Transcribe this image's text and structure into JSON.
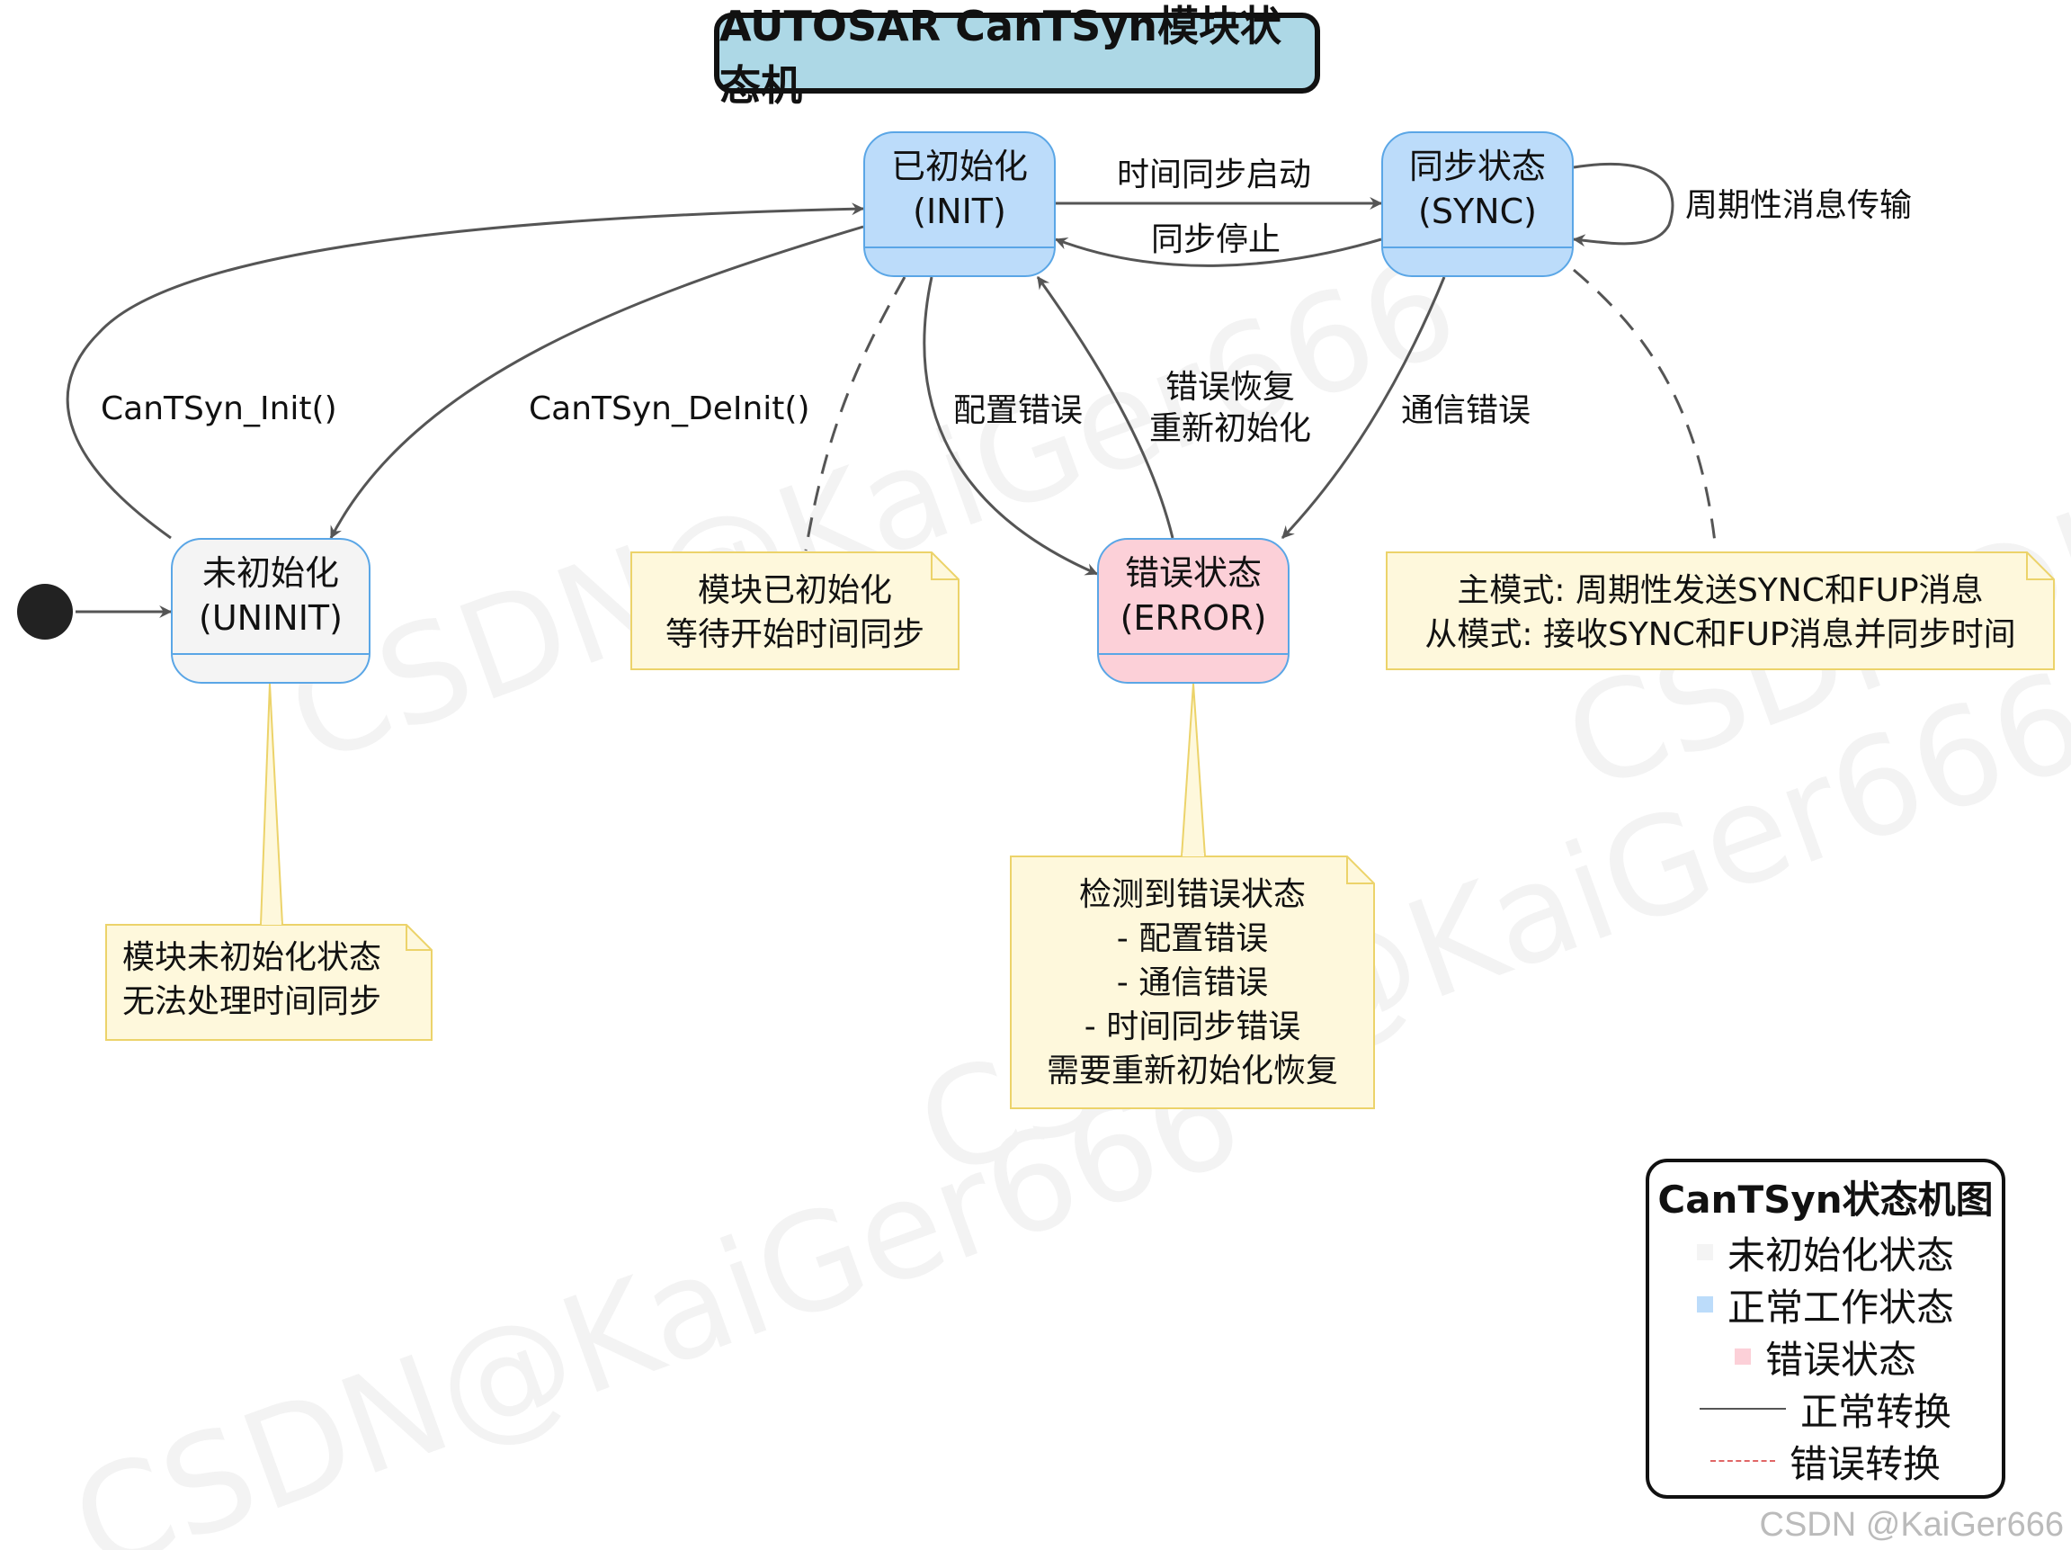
{
  "title": "AUTOSAR CanTSyn模块状态机",
  "states": {
    "uninit": {
      "name": "未初始化",
      "code": "(UNINIT)",
      "color": "#f4f4f4"
    },
    "init": {
      "name": "已初始化",
      "code": "(INIT)",
      "color": "#bcdcfa"
    },
    "sync": {
      "name": "同步状态",
      "code": "(SYNC)",
      "color": "#bcdcfa"
    },
    "error": {
      "name": "错误状态",
      "code": "(ERROR)",
      "color": "#fcd0d8"
    }
  },
  "transitions": {
    "init_call": "CanTSyn_Init()",
    "deinit_call": "CanTSyn_DeInit()",
    "sync_start": "时间同步启动",
    "sync_stop": "同步停止",
    "periodic": "周期性消息传输",
    "config_error": "配置错误",
    "recovery_line1": "错误恢复",
    "recovery_line2": "重新初始化",
    "comm_error": "通信错误"
  },
  "notes": {
    "uninit": [
      "模块未初始化状态",
      "无法处理时间同步"
    ],
    "init": [
      "模块已初始化",
      "等待开始时间同步"
    ],
    "error": [
      "检测到错误状态",
      "- 配置错误",
      "- 通信错误",
      "- 时间同步错误",
      "需要重新初始化恢复"
    ],
    "sync": [
      "主模式: 周期性发送SYNC和FUP消息",
      "从模式: 接收SYNC和FUP消息并同步时间"
    ]
  },
  "legend": {
    "title": "CanTSyn状态机图",
    "items": [
      {
        "label": "未初始化状态",
        "color": "#f4f4f4",
        "kind": "square"
      },
      {
        "label": "正常工作状态",
        "color": "#bcdcfa",
        "kind": "square"
      },
      {
        "label": "错误状态",
        "color": "#fcd0d8",
        "kind": "square"
      },
      {
        "label": "正常转换",
        "color": "#555555",
        "kind": "solid-line"
      },
      {
        "label": "错误转换",
        "color": "#e06666",
        "kind": "dashed-line"
      }
    ]
  },
  "watermark": "CSDN@KaiGer666",
  "credit": "CSDN @KaiGer666",
  "colors": {
    "arrow": "#555555",
    "note_fill": "#fef8dc",
    "note_border": "#ecd36a",
    "title_fill": "#add8e6",
    "state_border": "#5aa6e6"
  }
}
